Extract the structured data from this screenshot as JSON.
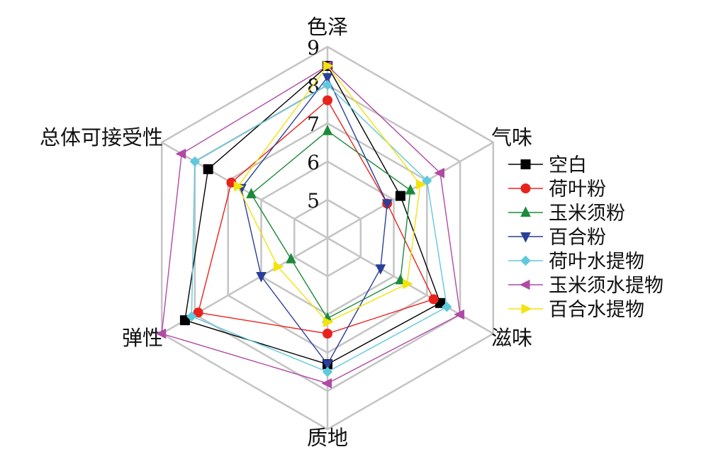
{
  "chart_data": {
    "type": "radar",
    "axes": [
      "色泽",
      "气味",
      "滋味",
      "质地",
      "弹性",
      "总体可接受性"
    ],
    "range": [
      4,
      9
    ],
    "ticks": [
      5,
      6,
      7,
      8,
      9
    ],
    "grid": true,
    "legend_position": "right",
    "series": [
      {
        "name": "空白",
        "color": "#000000",
        "marker": "square",
        "values": [
          8.5,
          6.2,
          7.4,
          7.3,
          8.3,
          7.6
        ]
      },
      {
        "name": "荷叶粉",
        "color": "#e8231e",
        "marker": "circle",
        "values": [
          7.6,
          5.8,
          7.2,
          6.5,
          7.9,
          6.9
        ]
      },
      {
        "name": "玉米须粉",
        "color": "#1c8a3a",
        "marker": "triangle-up",
        "values": [
          6.8,
          6.5,
          6.2,
          6.1,
          5.1,
          6.3
        ]
      },
      {
        "name": "百合粉",
        "color": "#2a3f98",
        "marker": "triangle-down",
        "values": [
          8.2,
          5.8,
          5.6,
          7.3,
          6.0,
          6.6
        ]
      },
      {
        "name": "荷叶水提物",
        "color": "#5fc9dd",
        "marker": "diamond",
        "values": [
          8.0,
          7.0,
          7.6,
          7.5,
          8.1,
          8.0
        ]
      },
      {
        "name": "玉米须水提物",
        "color": "#b04aa5",
        "marker": "triangle-left",
        "values": [
          8.5,
          7.4,
          8.0,
          7.8,
          9.0,
          8.4
        ]
      },
      {
        "name": "百合水提物",
        "color": "#f2e40c",
        "marker": "triangle-right",
        "values": [
          8.5,
          6.8,
          6.4,
          6.2,
          5.5,
          6.7
        ]
      }
    ]
  }
}
